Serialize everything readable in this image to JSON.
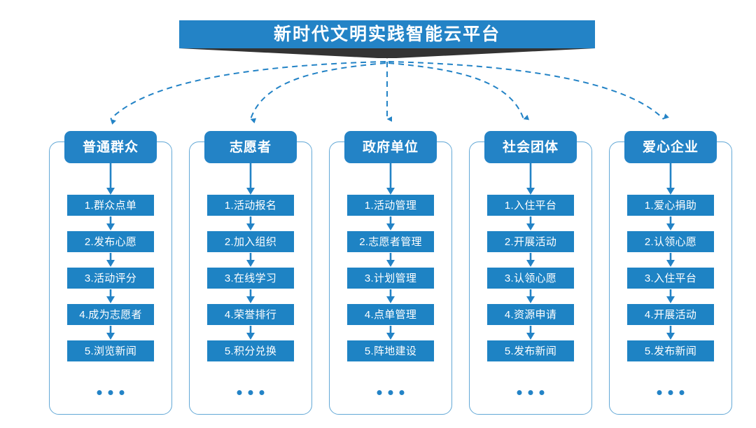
{
  "banner": {
    "title": "新时代文明实践智能云平台",
    "bg_color": "#2383c6",
    "wedge_color": "#333333"
  },
  "theme": {
    "accent": "#2383c6",
    "item_bg": "#1e83c4",
    "frame_stroke": "#63a8d6",
    "text_on_accent": "#ffffff",
    "page_bg": "#ffffff"
  },
  "ellipsis": "• • •",
  "columns": [
    {
      "header": "普通群众",
      "items": [
        "1.群众点单",
        "2.发布心愿",
        "3.活动评分",
        "4.成为志愿者",
        "5.浏览新闻"
      ]
    },
    {
      "header": "志愿者",
      "items": [
        "1.活动报名",
        "2.加入组织",
        "3.在线学习",
        "4.荣誉排行",
        "5.积分兑换"
      ]
    },
    {
      "header": "政府单位",
      "items": [
        "1.活动管理",
        "2.志愿者管理",
        "3.计划管理",
        "4.点单管理",
        "5.阵地建设"
      ]
    },
    {
      "header": "社会团体",
      "items": [
        "1.入住平台",
        "2.开展活动",
        "3.认领心愿",
        "4.资源申请",
        "5.发布新闻"
      ]
    },
    {
      "header": "爱心企业",
      "items": [
        "1.爱心捐助",
        "2.认领心愿",
        "3.入住平台",
        "4.开展活动",
        "5.发布新闻"
      ]
    }
  ]
}
